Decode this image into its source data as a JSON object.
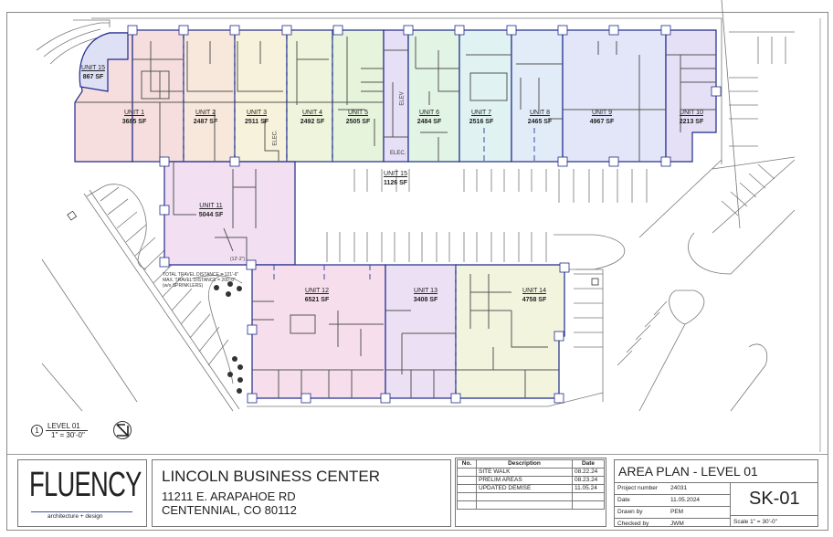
{
  "colors": {
    "wall": "#555555",
    "demise": "#1f2a8a",
    "unit_1": "#f6dede",
    "unit_2": "#f8e8dc",
    "unit_3": "#f6f2dc",
    "unit_4": "#eef5dc",
    "unit_5": "#e6f4dc",
    "unit_6": "#e2f4e4",
    "unit_7": "#e0f3f2",
    "unit_8": "#e2ecf8",
    "unit_9": "#e2e6f8",
    "unit_10": "#e6e0f6",
    "unit_11": "#f2e0f2",
    "unit_12": "#f6deec",
    "unit_13": "#ece0f4",
    "unit_14": "#f2f4de",
    "unit_15": "#dee0f6",
    "logo_underline": "#3a4ea3"
  },
  "units": [
    {
      "name": "UNIT 15",
      "area": "867 SF"
    },
    {
      "name": "UNIT 1",
      "area": "3685 SF"
    },
    {
      "name": "UNIT 2",
      "area": "2487 SF"
    },
    {
      "name": "UNIT 3",
      "area": "2511 SF"
    },
    {
      "name": "UNIT 4",
      "area": "2492 SF"
    },
    {
      "name": "UNIT 5",
      "area": "2505 SF"
    },
    {
      "name": "UNIT 6",
      "area": "2484 SF"
    },
    {
      "name": "UNIT 7",
      "area": "2516 SF"
    },
    {
      "name": "UNIT 8",
      "area": "2465 SF"
    },
    {
      "name": "UNIT 9",
      "area": "4967 SF"
    },
    {
      "name": "UNIT 10",
      "area": "2213 SF"
    },
    {
      "name": "UNIT 15",
      "area": "1126 SF"
    },
    {
      "name": "UNIT 11",
      "area": "5044 SF"
    },
    {
      "name": "UNIT 12",
      "area": "6521 SF"
    },
    {
      "name": "UNIT 13",
      "area": "3408 SF"
    },
    {
      "name": "UNIT 14",
      "area": "4758 SF"
    }
  ],
  "room_labels": {
    "elec_1": "ELEC.",
    "elev": "ELEV",
    "elec_2": "ELEC."
  },
  "annotations": {
    "dim": "(12'-2\")",
    "travel_1": "TOTAL TRAVEL DISTANCE = 121'-6\"",
    "travel_2": "MAX. TRAVEL DISTANCE = 200'-0\"",
    "travel_3": "(w/o SPRINKLERS)"
  },
  "view_tag": {
    "number": "1",
    "title": "LEVEL 01",
    "scale": "1\" = 30'-0\""
  },
  "title_block": {
    "logo_word": "FLUENCY",
    "logo_tag": "architecture + design",
    "project_name": "LINCOLN BUSINESS CENTER",
    "address_1": "11211 E. ARAPAHOE RD",
    "address_2": "CENTENNIAL, CO 80112",
    "revisions": {
      "headers": [
        "No.",
        "Description",
        "Date"
      ],
      "rows": [
        {
          "no": "",
          "description": "SITE WALK",
          "date": "08.22.24"
        },
        {
          "no": "",
          "description": "PRELIM AREAS",
          "date": "08.23.24"
        },
        {
          "no": "",
          "description": "UPDATED DEMISE",
          "date": "11.05.24"
        },
        {
          "no": "",
          "description": "",
          "date": ""
        },
        {
          "no": "",
          "description": "",
          "date": ""
        }
      ]
    },
    "sheet_title": "AREA PLAN - LEVEL 01",
    "fields": [
      {
        "label": "Project number",
        "value": "24031"
      },
      {
        "label": "Date",
        "value": "11.05.2024"
      },
      {
        "label": "Drawn by",
        "value": "PEM"
      },
      {
        "label": "Checked by",
        "value": "JWM"
      }
    ],
    "sheet_number": "SK-01",
    "scale": "Scale  1\" = 30'-0\""
  }
}
